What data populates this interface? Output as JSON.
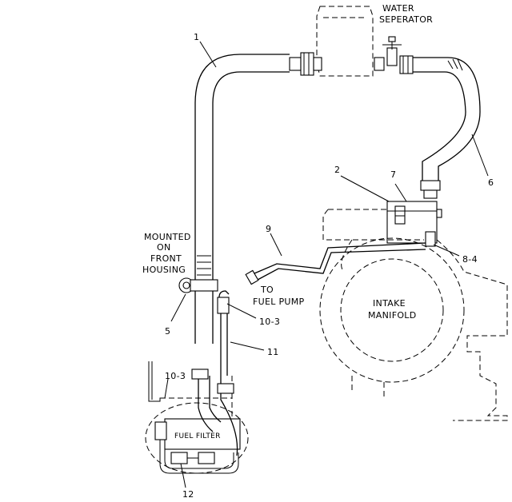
{
  "labels": {
    "water_separator": [
      "WATER",
      "SEPERATOR"
    ],
    "mounted_on_front_housing": [
      "MOUNTED",
      "ON",
      "FRONT",
      "HOUSING"
    ],
    "to_fuel_pump": [
      "TO",
      "FUEL PUMP"
    ],
    "intake_manifold": [
      "INTAKE",
      "MANIFOLD"
    ],
    "fuel_filter": "FUEL FILTER"
  },
  "callouts": {
    "c1": "1",
    "c2": "2",
    "c5": "5",
    "c6": "6",
    "c7": "7",
    "c8_4": "8-4",
    "c9": "9",
    "c10_3_upper": "10-3",
    "c10_3_lower": "10-3",
    "c11": "11",
    "c12": "12"
  }
}
